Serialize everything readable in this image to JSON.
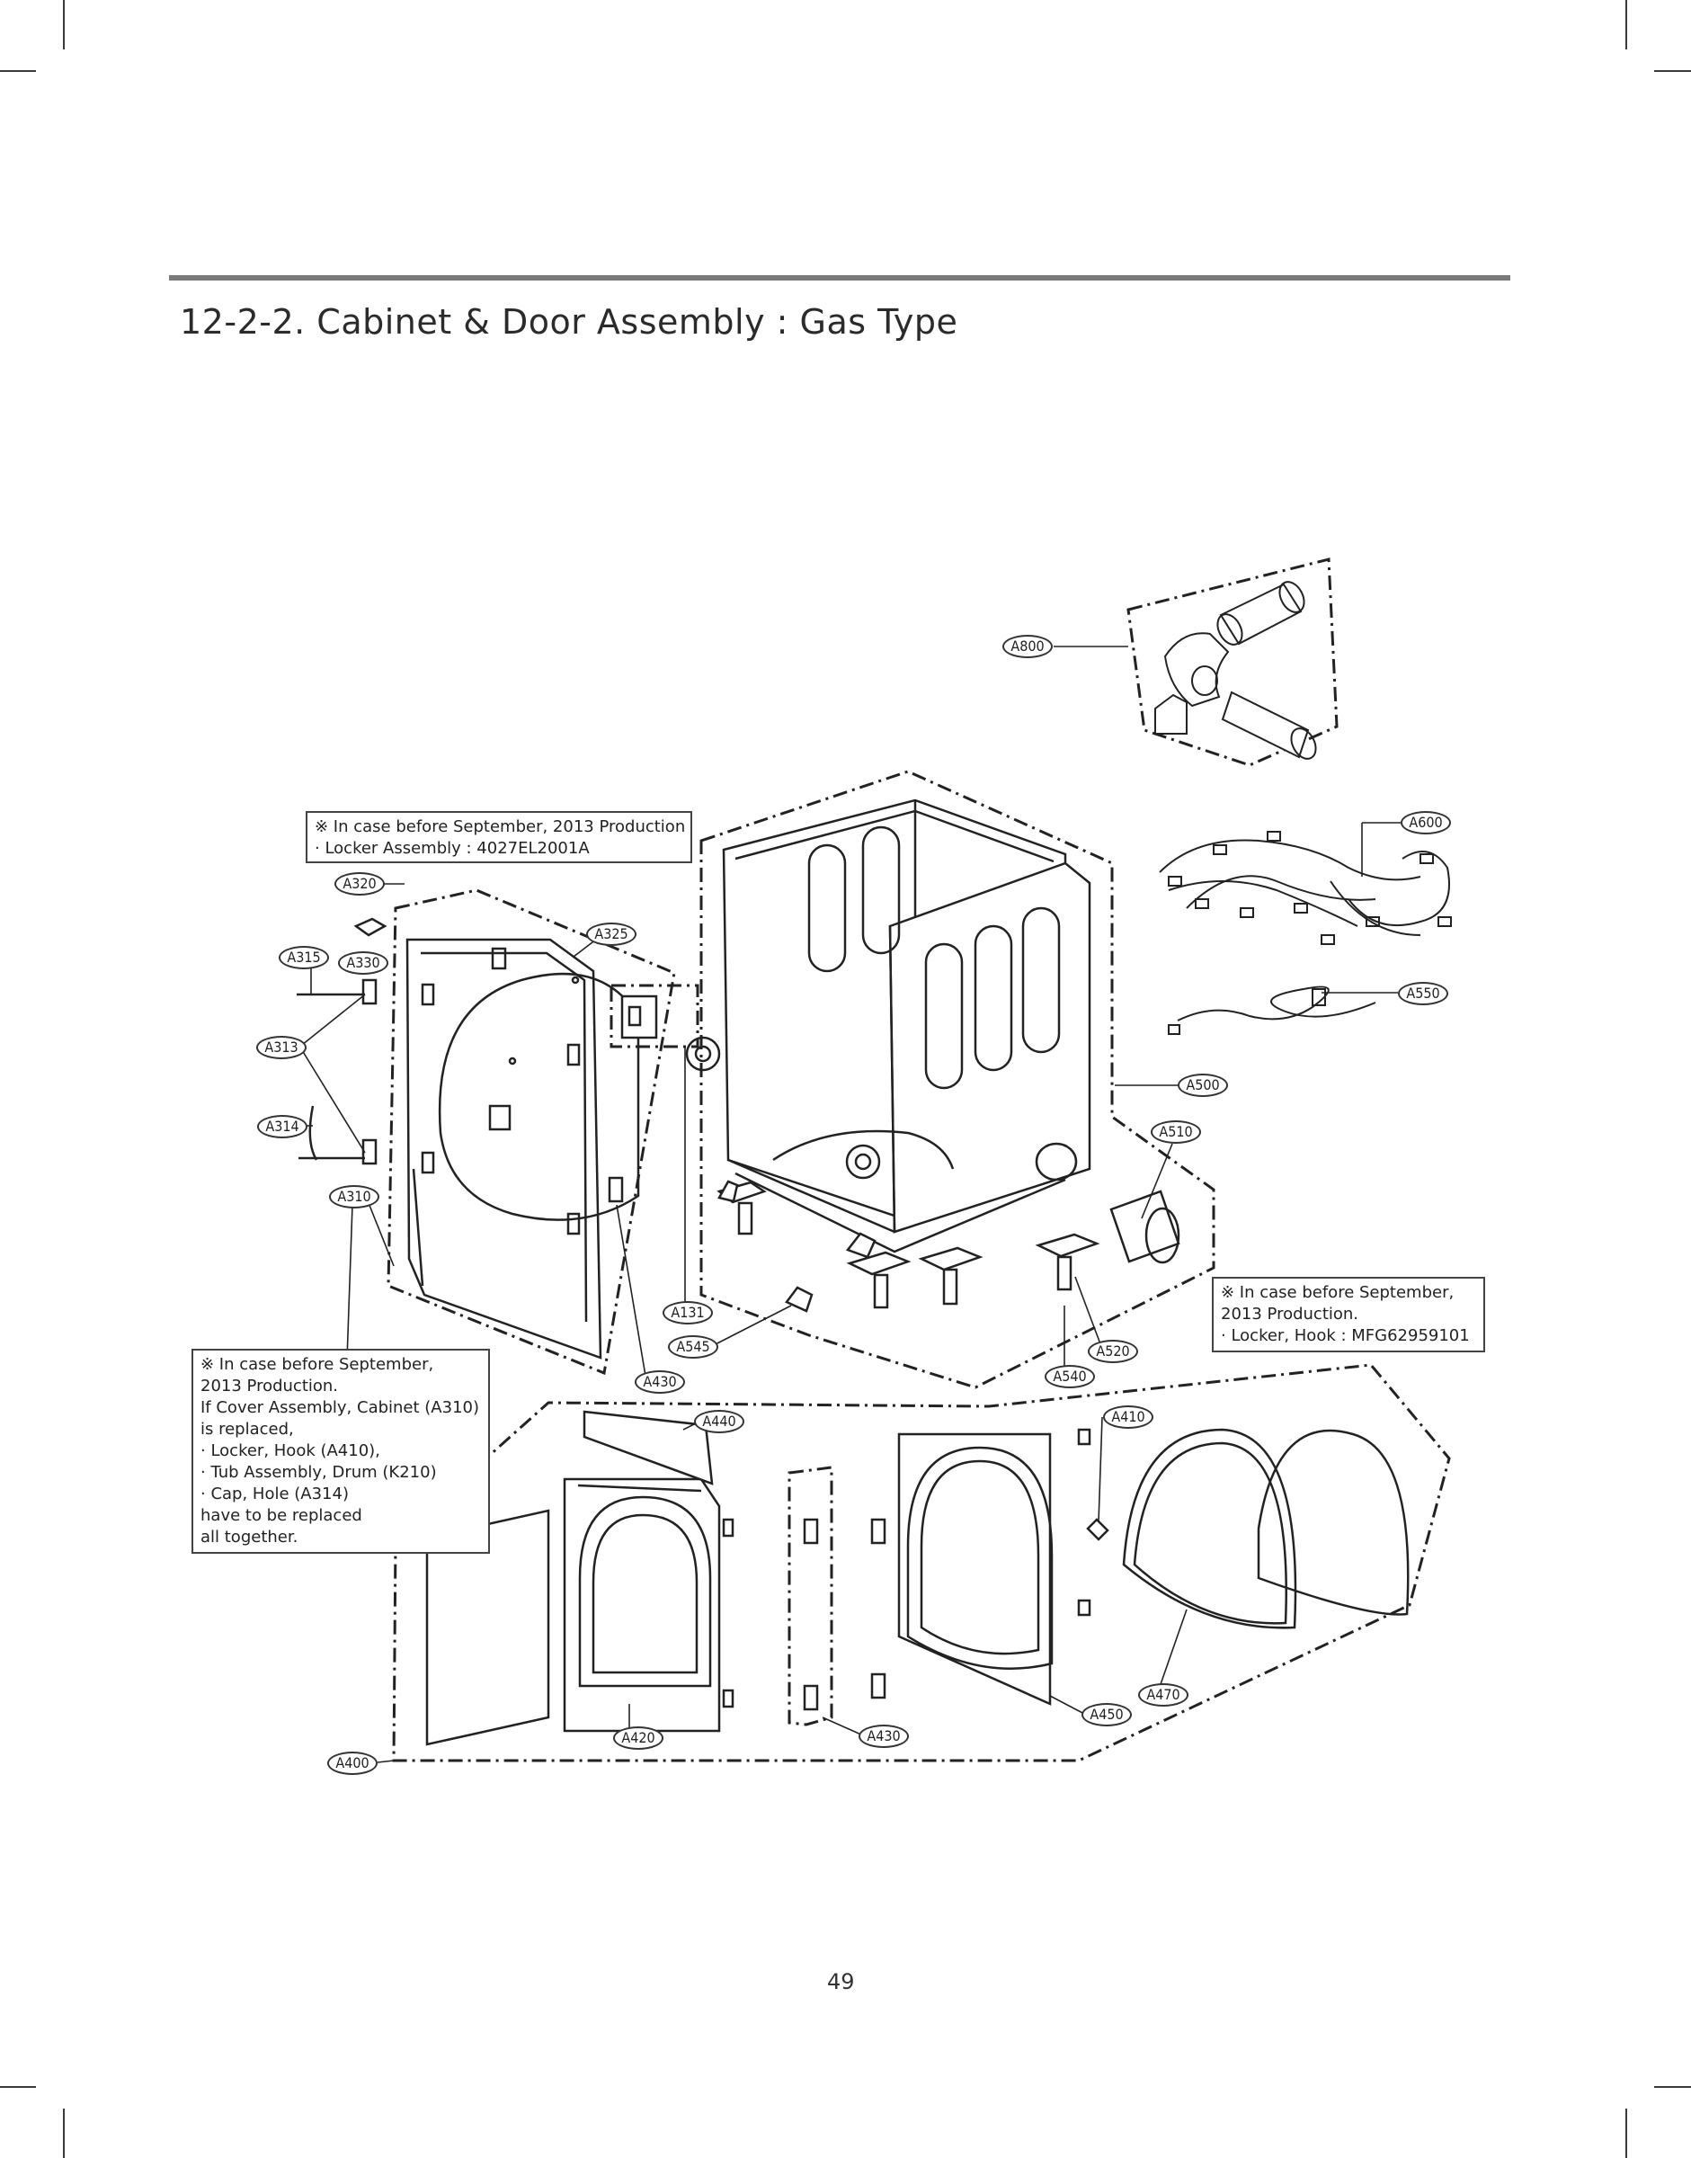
{
  "page": {
    "section_title": "12-2-2. Cabinet & Door Assembly : Gas Type",
    "page_number": "49"
  },
  "notes": {
    "locker_assembly": {
      "lines": [
        "※ In case before September, 2013 Production",
        "· Locker Assembly : 4027EL2001A"
      ]
    },
    "cover_cabinet": {
      "lines": [
        "※ In case before September,",
        "2013 Production.",
        "If Cover Assembly, Cabinet (A310)",
        "is replaced,",
        "· Locker, Hook (A410),",
        "· Tub Assembly, Drum (K210)",
        "· Cap, Hole (A314)",
        "have to be replaced",
        "all together."
      ]
    },
    "locker_hook": {
      "lines": [
        "※ In case before September,",
        "2013 Production.",
        "· Locker, Hook : MFG62959101"
      ]
    }
  },
  "part_labels": {
    "a800": "A800",
    "a600": "A600",
    "a550": "A550",
    "a500": "A500",
    "a510": "A510",
    "a320": "A320",
    "a325": "A325",
    "a315": "A315",
    "a330": "A330",
    "a313": "A313",
    "a314": "A314",
    "a310": "A310",
    "a131": "A131",
    "a545": "A545",
    "a430_top": "A430",
    "a520": "A520",
    "a540": "A540",
    "a410": "A410",
    "a440": "A440",
    "a470": "A470",
    "a450": "A450",
    "a430_bottom": "A430",
    "a420": "A420",
    "a400": "A400"
  }
}
